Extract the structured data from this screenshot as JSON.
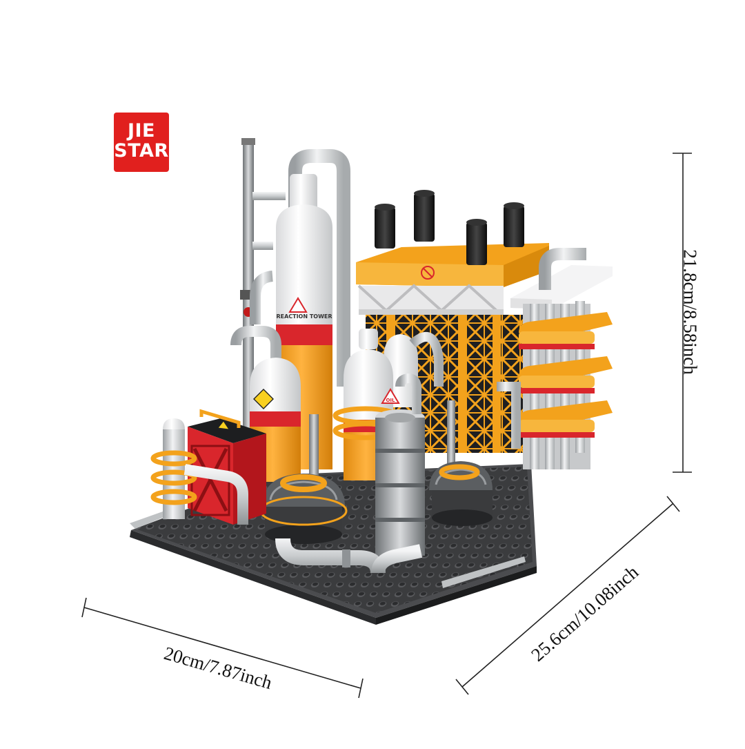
{
  "brand": {
    "logo_line1": "JIE",
    "logo_line2": "STAR",
    "logo_color": "#e1201e"
  },
  "product": {
    "decal_reaction_tower": "REACTION TOWER",
    "decal_oil": "OIL"
  },
  "dimensions": {
    "height": "21.8cm/8.58inch",
    "depth": "25.6cm/10.08inch",
    "width": "20cm/7.87inch"
  },
  "colors": {
    "accent_orange": "#f5a623",
    "accent_red": "#d9262c",
    "pipe_gray": "#cfd2d4",
    "base_dark": "#3a3b3d"
  }
}
